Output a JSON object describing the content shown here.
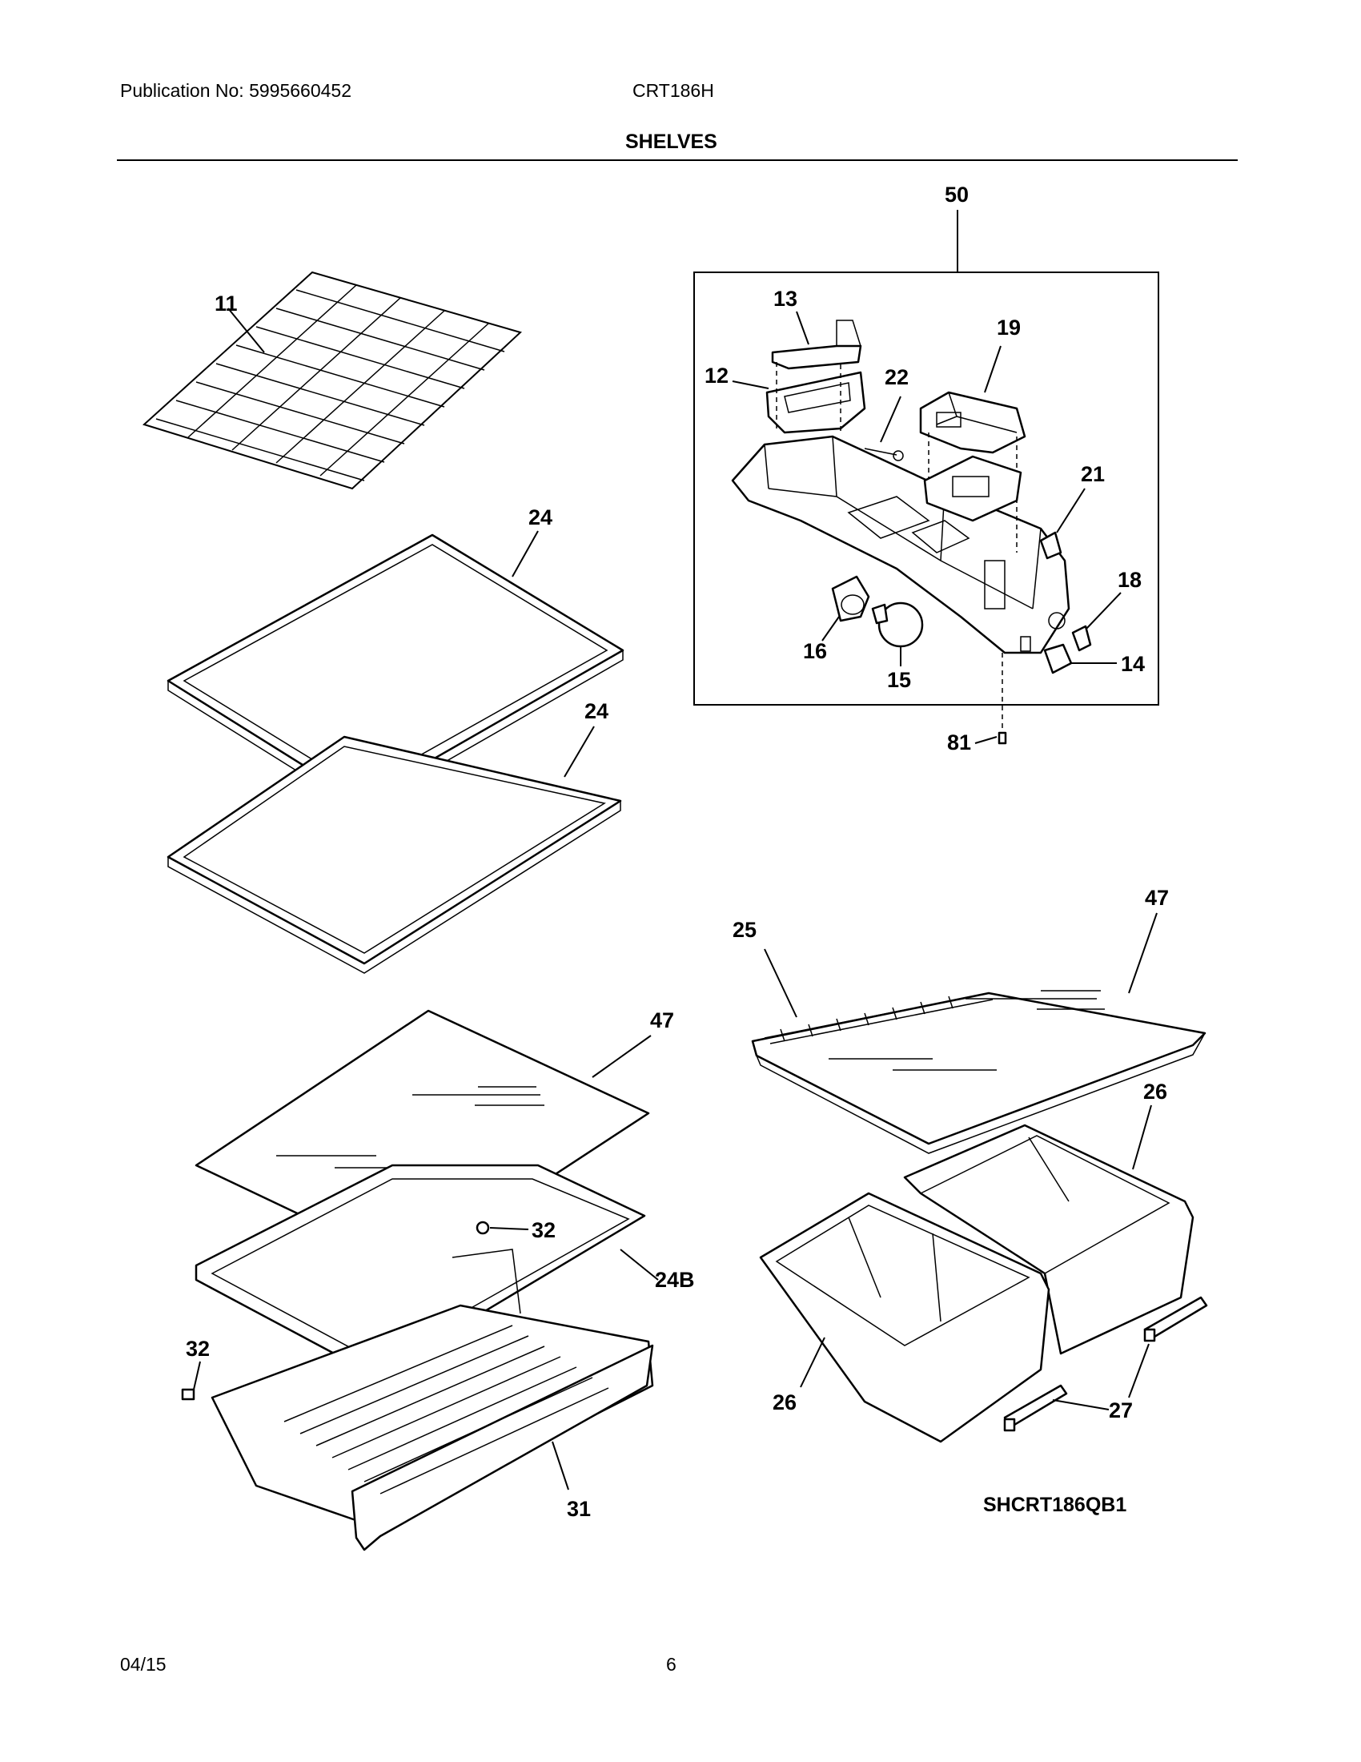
{
  "header": {
    "publication": "Publication No: 5995660452",
    "model": "CRT186H",
    "section_title": "SHELVES"
  },
  "diagram": {
    "drawing_id": "SHCRT186QB1",
    "callouts": {
      "c50": "50",
      "c11": "11",
      "c13": "13",
      "c19": "19",
      "c12": "12",
      "c22": "22",
      "c21": "21",
      "c18": "18",
      "c16": "16",
      "c15": "15",
      "c14": "14",
      "c81": "81",
      "c24a": "24",
      "c24b": "24",
      "c47a": "47",
      "c47b": "47",
      "c25": "25",
      "c26a": "26",
      "c26b": "26",
      "c32a": "32",
      "c32b": "32",
      "c24B": "24B",
      "c31": "31",
      "c27": "27"
    }
  },
  "footer": {
    "date": "04/15",
    "page": "6"
  }
}
